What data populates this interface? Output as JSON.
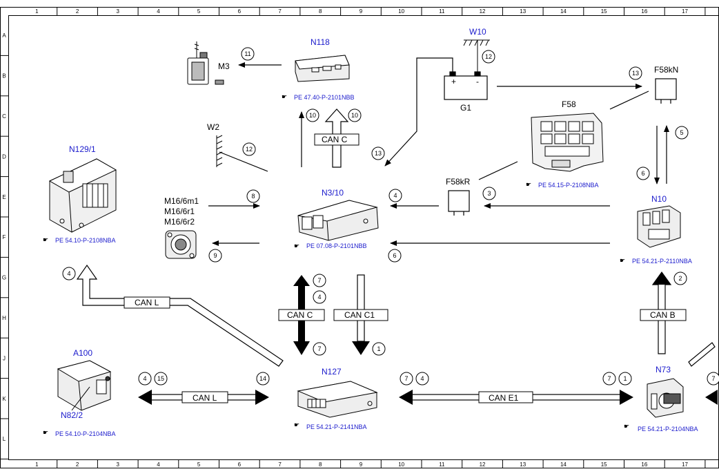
{
  "grid": {
    "columns": [
      "1",
      "2",
      "3",
      "4",
      "5",
      "6",
      "7",
      "8",
      "9",
      "10",
      "11",
      "12",
      "13",
      "14",
      "15",
      "16",
      "17"
    ],
    "rows": [
      "A",
      "B",
      "C",
      "D",
      "E",
      "F",
      "G",
      "H",
      "J",
      "K",
      "L"
    ]
  },
  "components": {
    "n118": {
      "label": "N118",
      "ref": "PE 47.40-P-2101NBB"
    },
    "m3": {
      "label": "M3"
    },
    "w10": {
      "label": "W10"
    },
    "g1": {
      "label": "G1",
      "plus": "+",
      "minus": "-"
    },
    "f58kn": {
      "label": "F58kN"
    },
    "f58": {
      "label": "F58",
      "ref": "PE 54.15-P-2108NBA"
    },
    "w2": {
      "label": "W2"
    },
    "n129": {
      "label": "N129/1",
      "ref": "PE 54.10-P-2108NBA"
    },
    "m16": {
      "label1": "M16/6m1",
      "label2": "M16/6r1",
      "label3": "M16/6r2"
    },
    "n3": {
      "label": "N3/10",
      "ref": "PE 07.08-P-2101NBB"
    },
    "f58kr": {
      "label": "F58kR"
    },
    "n10": {
      "label": "N10",
      "ref": "PE 54.21-P-2110NBA"
    },
    "a100": {
      "label": "A100",
      "sub": "N82/2",
      "ref": "PE 54.10-P-2104NBA"
    },
    "n127": {
      "label": "N127",
      "ref": "PE 54.21-P-2141NBA"
    },
    "n73": {
      "label": "N73",
      "ref": "PE 54.21-P-2104NBA"
    }
  },
  "buses": {
    "can_c_top": "CAN C",
    "can_l_left": "CAN L",
    "can_c_mid": "CAN C",
    "can_c1": "CAN C1",
    "can_b": "CAN B",
    "can_l_bottom": "CAN L",
    "can_e1": "CAN E1"
  },
  "markers": {
    "m11": "11",
    "m12_w10": "12",
    "m13_top": "13",
    "m10a": "10",
    "m10b": "10",
    "m5": "5",
    "m12_w2": "12",
    "m13_left": "13",
    "m6_right": "6",
    "m8": "8",
    "m4_f58kr": "4",
    "m3": "3",
    "m9": "9",
    "m6_mid": "6",
    "m4_left": "4",
    "m7_top": "7",
    "m4_mid": "4",
    "m2": "2",
    "m7_bottom": "7",
    "m1_mid": "1",
    "m4_a100": "4",
    "m15": "15",
    "m14": "14",
    "m7_e1": "7",
    "m4_e1": "4",
    "m7_n73": "7",
    "m1_n73": "1",
    "m7_edge": "7"
  }
}
